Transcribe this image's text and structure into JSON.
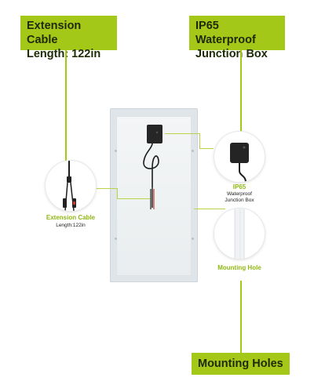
{
  "callouts": {
    "extension_cable": {
      "line1": "Extension Cable",
      "line2": "Length: 122in"
    },
    "junction_box": {
      "line1": "IP65 Waterproof",
      "line2": "Junction Box"
    },
    "mounting_holes": {
      "label": "Mounting Holes"
    }
  },
  "zoom_captions": {
    "cable": {
      "title": "Extension Cable",
      "sub": "Length:122in"
    },
    "junction": {
      "title": "IP65",
      "sub1": "Waterproof",
      "sub2": "Junction Box"
    },
    "hole": {
      "title": "Mounting Hole"
    }
  },
  "colors": {
    "accent_green": "#a4c817",
    "caption_green": "#8fb812",
    "panel_frame": "#dfe5e8",
    "junction_box": "#222222"
  }
}
